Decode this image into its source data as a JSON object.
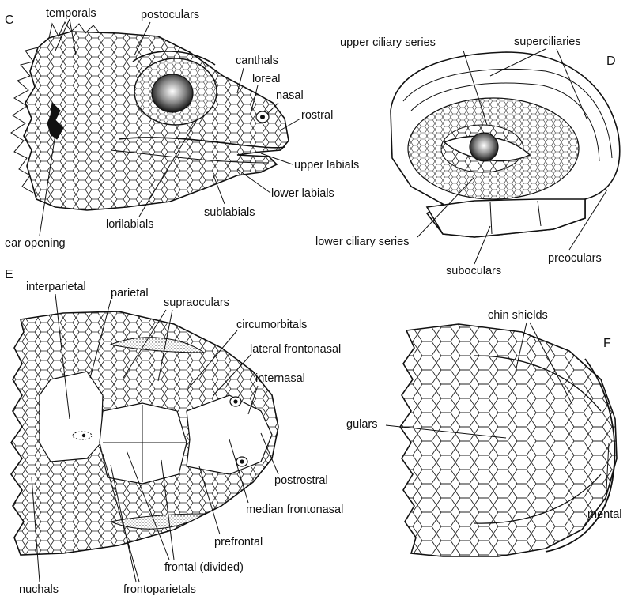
{
  "panels": {
    "C": {
      "letter": "C",
      "labels": {
        "temporals": "temporals",
        "postoculars": "postoculars",
        "canthals": "canthals",
        "loreal": "loreal",
        "nasal": "nasal",
        "rostral": "rostral",
        "upper_labials": "upper labials",
        "lower_labials": "lower labials",
        "sublabials": "sublabials",
        "lorilabials": "lorilabials",
        "ear_opening": "ear opening"
      }
    },
    "D": {
      "letter": "D",
      "labels": {
        "upper_ciliary_series": "upper ciliary series",
        "superciliaries": "superciliaries",
        "lower_ciliary_series": "lower ciliary series",
        "suboculars": "suboculars",
        "preoculars": "preoculars"
      }
    },
    "E": {
      "letter": "E",
      "labels": {
        "interparietal": "interparietal",
        "parietal": "parietal",
        "supraoculars": "supraoculars",
        "circumorbitals": "circumorbitals",
        "lateral_frontonasal": "lateral frontonasal",
        "internasal": "internasal",
        "postrostral": "postrostral",
        "median_frontonasal": "median frontonasal",
        "prefrontal": "prefrontal",
        "frontal_divided": "frontal (divided)",
        "nuchals": "nuchals",
        "frontoparietals": "frontoparietals"
      }
    },
    "F": {
      "letter": "F",
      "labels": {
        "chin_shields": "chin shields",
        "gulars": "gulars",
        "mental": "mental"
      }
    }
  },
  "colors": {
    "ink": "#111111",
    "paper": "#ffffff"
  }
}
